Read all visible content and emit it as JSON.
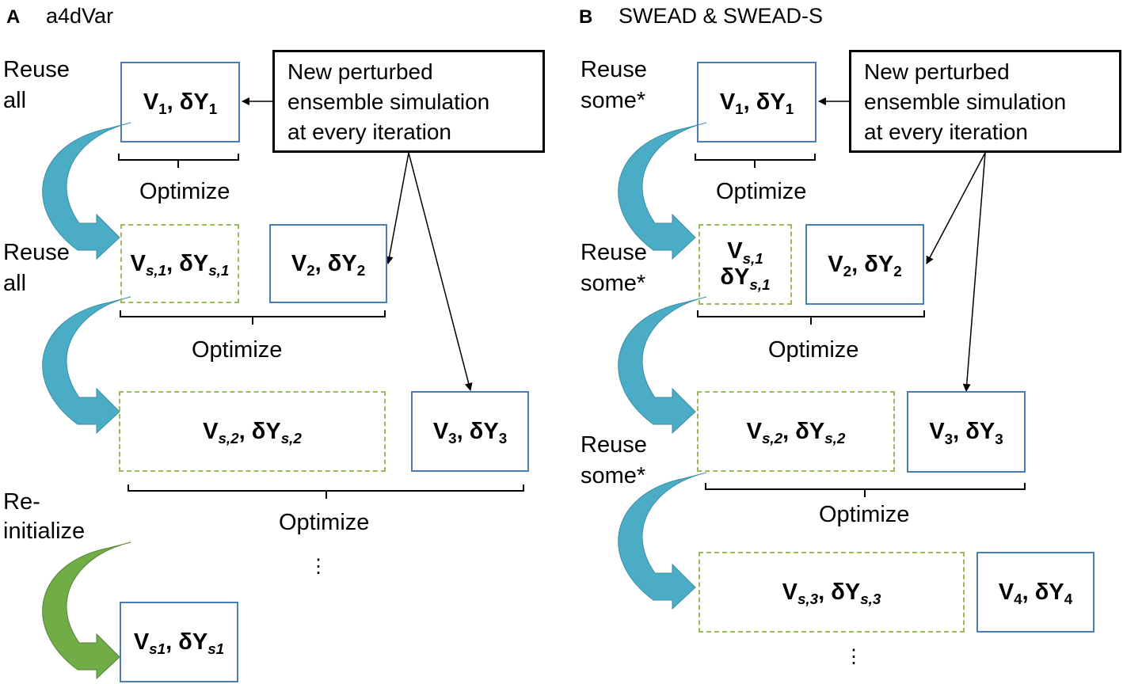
{
  "panel_a": {
    "letter": "A",
    "title": "a4dVar",
    "callout": [
      "New perturbed",
      "ensemble simulation",
      "at every iteration"
    ],
    "reuse_labels": [
      [
        "Reuse",
        "all"
      ],
      [
        "Reuse",
        "all"
      ]
    ],
    "reinit_label": [
      "Re-",
      "initialize"
    ],
    "optimize": "Optimize",
    "boxes": {
      "v1": {
        "main": "V",
        "sub": "1",
        "sep": ", δY",
        "sub2": "1"
      },
      "vs1": {
        "main": "V",
        "sub": "s,1",
        "sep": ", δY",
        "sub2": "s,1"
      },
      "v2": {
        "main": "V",
        "sub": "2",
        "sep": ", δY",
        "sub2": "2"
      },
      "vs2": {
        "main": "V",
        "sub": "s,2",
        "sep": ", δY",
        "sub2": "s,2"
      },
      "v3": {
        "main": "V",
        "sub": "3",
        "sep": ", δY",
        "sub2": "3"
      },
      "vsr": {
        "main": "V",
        "sub": "s1",
        "sep": ", δY",
        "sub2": "s1"
      }
    },
    "ellipsis": "⋮"
  },
  "panel_b": {
    "letter": "B",
    "title": "SWEAD & SWEAD-S",
    "callout": [
      "New perturbed",
      "ensemble simulation",
      "at every iteration"
    ],
    "reuse_labels": [
      [
        "Reuse",
        "some*"
      ],
      [
        "Reuse",
        "some*"
      ],
      [
        "Reuse",
        "some*"
      ]
    ],
    "optimize": "Optimize",
    "boxes": {
      "v1": {
        "main": "V",
        "sub": "1",
        "sep": ", δY",
        "sub2": "1"
      },
      "vs1_top": {
        "main": "V",
        "sub": "s,1"
      },
      "vs1_bot": {
        "main": "δY",
        "sub": "s,1"
      },
      "v2": {
        "main": "V",
        "sub": "2",
        "sep": ", δY",
        "sub2": "2"
      },
      "vs2": {
        "main": "V",
        "sub": "s,2",
        "sep": ", δY",
        "sub2": "s,2"
      },
      "v3": {
        "main": "V",
        "sub": "3",
        "sep": ", δY",
        "sub2": "3"
      },
      "vs3": {
        "main": "V",
        "sub": "s,3",
        "sep": ", δY",
        "sub2": "s,3"
      },
      "v4": {
        "main": "V",
        "sub": "4",
        "sep": ", δY",
        "sub2": "4"
      }
    },
    "ellipsis": "⋮"
  },
  "colors": {
    "arrow_blue": "#4bacc6",
    "arrow_green": "#70ad47",
    "solid_border": "#4a7ebb",
    "dashed_border": "#9bbb59"
  }
}
